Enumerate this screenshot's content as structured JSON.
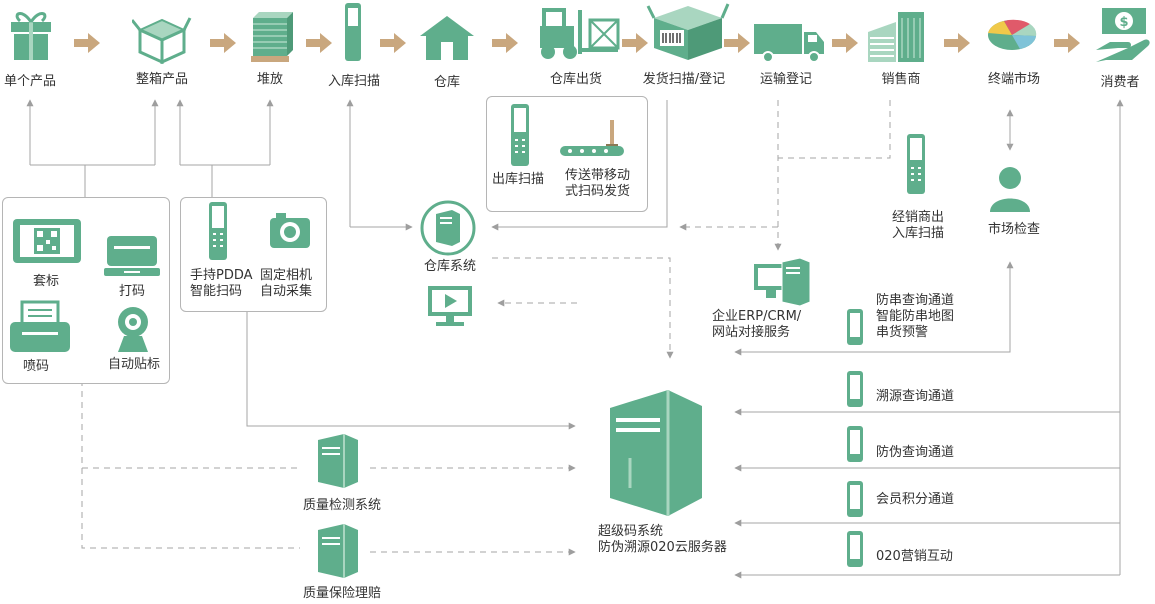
{
  "colors": {
    "icon": "#5fae8c",
    "icon_light": "#a9d6c0",
    "arrow_flow": "#c9a77e",
    "line": "#9e9e9e",
    "text": "#333333"
  },
  "flow": [
    {
      "label": "单个产品",
      "icon": "gift-box-icon"
    },
    {
      "label": "整箱产品",
      "icon": "open-carton-icon"
    },
    {
      "label": "堆放",
      "icon": "stacked-pallet-icon"
    },
    {
      "label": "入库扫描",
      "icon": "handheld-scanner-icon"
    },
    {
      "label": "仓库",
      "icon": "warehouse-house-icon"
    },
    {
      "label": "仓库出货",
      "icon": "forklift-icon"
    },
    {
      "label": "发货扫描/登记",
      "icon": "barcode-box-icon"
    },
    {
      "label": "运输登记",
      "icon": "delivery-truck-icon"
    },
    {
      "label": "销售商",
      "icon": "distributor-building-icon"
    },
    {
      "label": "终端市场",
      "icon": "market-pie-icon"
    },
    {
      "label": "消费者",
      "icon": "money-hand-icon"
    }
  ],
  "encoding_box": {
    "items": [
      {
        "label": "套标",
        "icon": "sleeve-label-icon"
      },
      {
        "label": "打码",
        "icon": "coding-printer-icon"
      },
      {
        "label": "喷码",
        "icon": "inkjet-printer-icon"
      },
      {
        "label": "自动贴标",
        "icon": "auto-labeler-icon"
      }
    ]
  },
  "capture_box": {
    "items": [
      {
        "label": "手持PDDA\n智能扫码",
        "icon": "pda-icon"
      },
      {
        "label": "固定相机\n自动采集",
        "icon": "camera-icon"
      }
    ]
  },
  "outbound_box": {
    "items": [
      {
        "label": "出库扫描",
        "icon": "pda-icon"
      },
      {
        "label": "传送带移动\n式扫码发货",
        "icon": "conveyor-icon"
      }
    ]
  },
  "warehouse_system": {
    "label": "仓库系统"
  },
  "erp": {
    "label": "企业ERP/CRM/\n网站对接服务"
  },
  "dealer_scan": {
    "label": "经销商出\n入库扫描"
  },
  "market_check": {
    "label": "市场检查"
  },
  "quality_test": {
    "label": "质量检测系统"
  },
  "quality_insurance": {
    "label": "质量保险理赔"
  },
  "cloud_server": {
    "label": "超级码系统\n防伪溯源020云服务器"
  },
  "channels": [
    {
      "label": "防串查询通道\n智能防串地图\n串货预警"
    },
    {
      "label": "溯源查询通道"
    },
    {
      "label": "防伪查询通道"
    },
    {
      "label": "会员积分通道"
    },
    {
      "label": "020营销互动"
    }
  ]
}
